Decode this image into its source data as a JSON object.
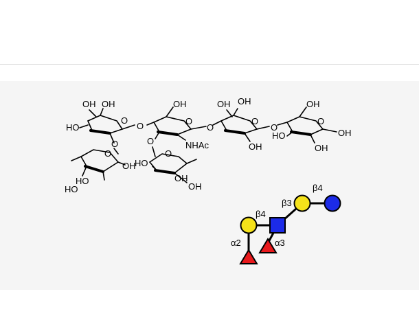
{
  "structure": {
    "labels": {
      "r1_oh_top_a": "OH",
      "r1_oh_top_b": "OH",
      "r1_ho_left": "HO",
      "r1_o_link": "O",
      "r1_ring_o": "O",
      "r2_oh_top": "OH",
      "r2_ring_o": "O",
      "r2_o_link": "O",
      "r2_nhac": "NHAc",
      "r3_oh_top_a": "OH",
      "r3_oh_top_b": "OH",
      "r3_ring_o": "O",
      "r3_oh_bottom": "OH",
      "r3_o_link": "O",
      "r4_oh_top": "OH",
      "r4_ring_o": "O",
      "r4_ho_left": "HO",
      "r4_oh_right": "OH",
      "r4_oh_bottom": "OH",
      "f1_ring_o": "O",
      "f1_oh_right": "OH",
      "f1_ho_a": "HO",
      "f1_ho_b": "HO",
      "f2_ho_left": "HO",
      "f2_ring_o": "O",
      "f2_oh_a": "OH",
      "f2_oh_b": "OH",
      "f1_o_link": "O",
      "f2_o_link": "O"
    }
  },
  "glycan": {
    "linkages": {
      "beta4_top": "β4",
      "beta3": "β3",
      "beta4_left": "β4",
      "alpha2": "α2",
      "alpha3": "α3"
    },
    "colors": {
      "galactose": "#f5e21a",
      "glucose": "#1c2be8",
      "glcnac": "#1c2be8",
      "fucose": "#e8191c"
    }
  }
}
